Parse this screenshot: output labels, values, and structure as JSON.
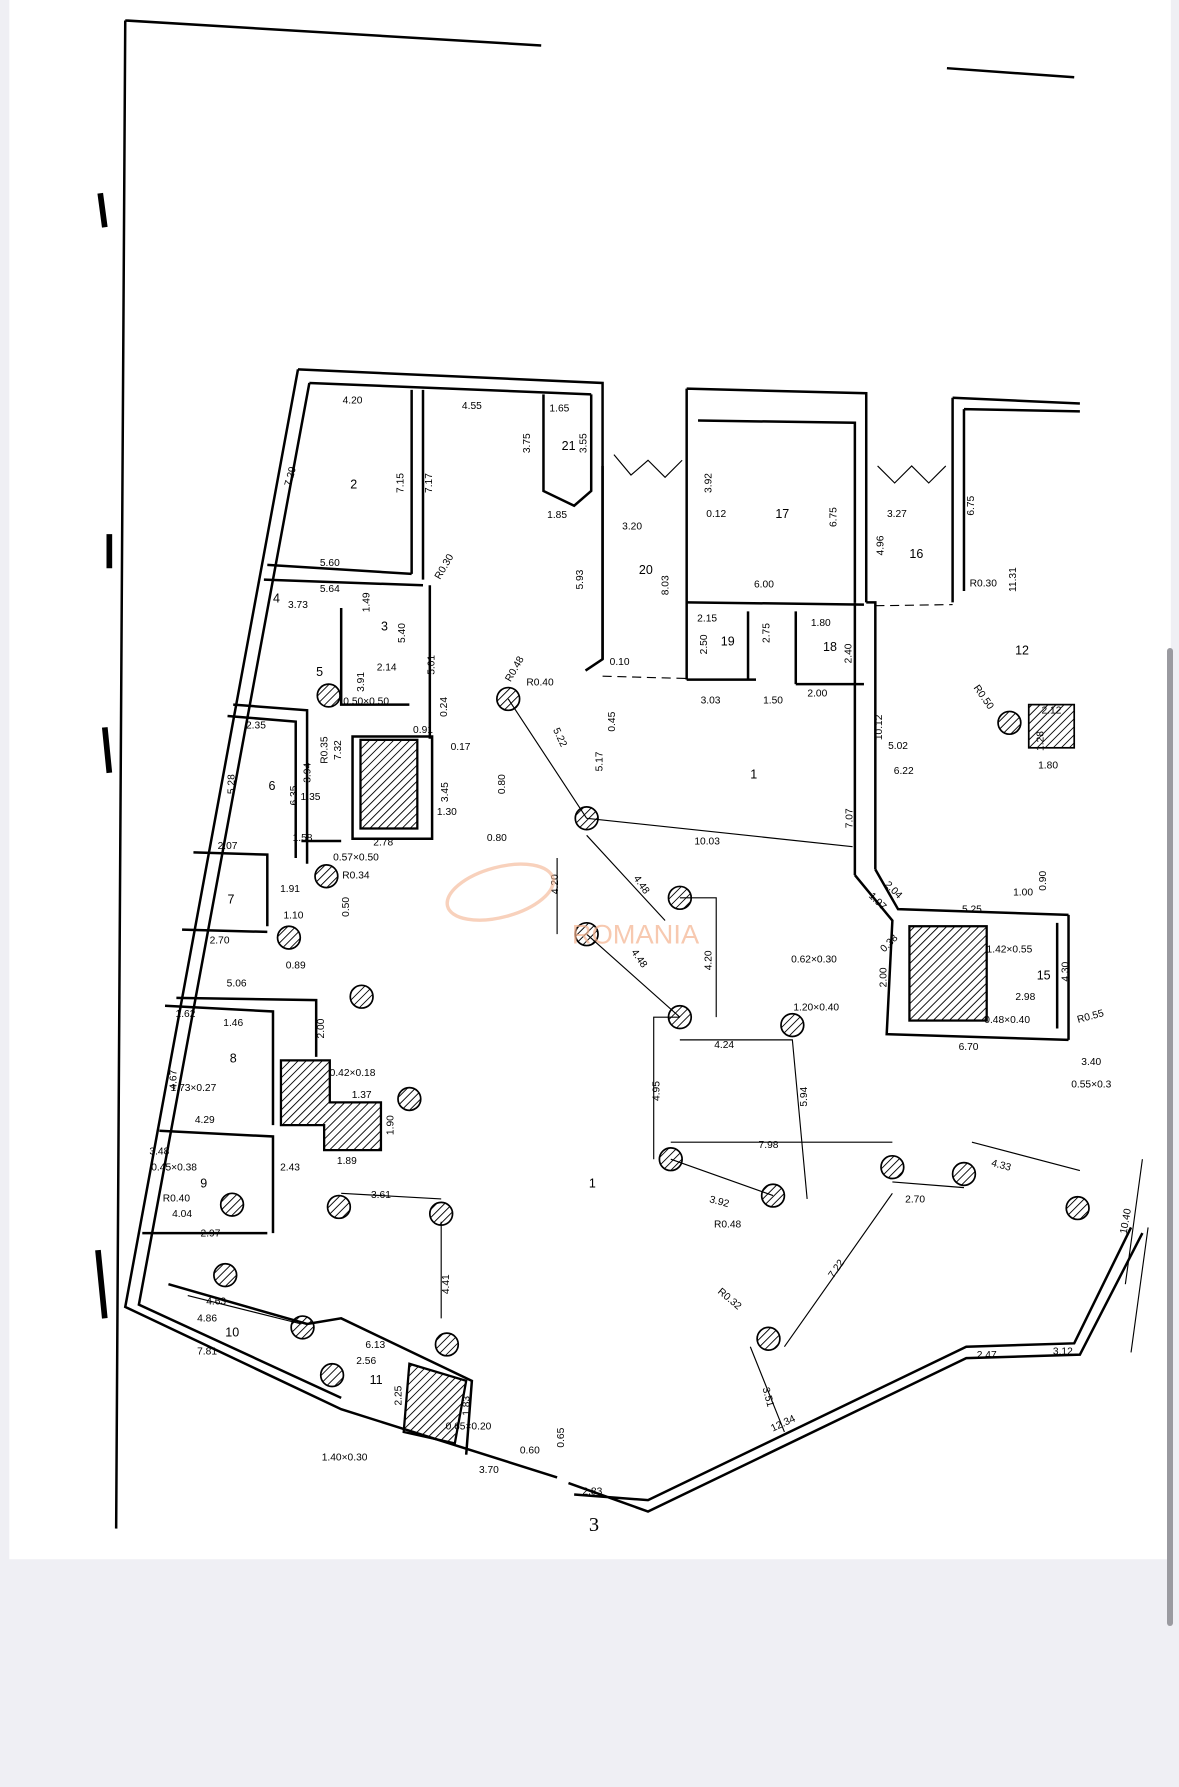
{
  "document": {
    "page_number": "3",
    "watermark": "ROMANIA"
  },
  "rooms": [
    "1",
    "1",
    "2",
    "3",
    "4",
    "5",
    "6",
    "7",
    "8",
    "9",
    "10",
    "11",
    "12",
    "15",
    "16",
    "17",
    "18",
    "19",
    "20",
    "21"
  ],
  "dimensions": [
    "4.20",
    "4.55",
    "1.65",
    "3.75",
    "3.55",
    "7.29",
    "7.15",
    "7.17",
    "1.85",
    "5.60",
    "5.64",
    "R0.30",
    "3.73",
    "1.49",
    "5.40",
    "5.01",
    "2.14",
    "3.91",
    "0.50×0.50",
    "R0.48",
    "R0.40",
    "5.93",
    "0.10",
    "0.45",
    "5.17",
    "5.22",
    "0.24",
    "0.91",
    "0.17",
    "3.45",
    "0.80",
    "0.80",
    "1.30",
    "2.78",
    "0.57×0.50",
    "R0.35",
    "7.32",
    "2.35",
    "5.28",
    "6.35",
    "1.35",
    "1.58",
    "3.94",
    "2.07",
    "R0.34",
    "1.91",
    "1.10",
    "0.50",
    "2.70",
    "0.89",
    "5.06",
    "1.62",
    "1.46",
    "2.00",
    "0.42×0.18",
    "1.37",
    "1.73×0.27",
    "4.67",
    "4.29",
    "1.90",
    "1.89",
    "3.48",
    "0.45×0.38",
    "2.43",
    "R0.40",
    "4.04",
    "2.97",
    "3.61",
    "4.41",
    "4.63",
    "4.86",
    "7.81",
    "6.13",
    "2.56",
    "2.25",
    "1.83",
    "0.65×0.20",
    "1.40×0.30",
    "3.70",
    "0.60",
    "0.65",
    "2.83",
    "12.34",
    "3.51",
    "R0.32",
    "7.22",
    "2.70",
    "4.33",
    "10.40",
    "2.47",
    "3.12",
    "7.98",
    "4.95",
    "3.92",
    "R0.48",
    "5.94",
    "4.24",
    "4.20",
    "4.48",
    "4.48",
    "4.20",
    "10.03",
    "3.20",
    "8.03",
    "3.92",
    "0.12",
    "6.75",
    "6.00",
    "2.15",
    "2.50",
    "2.75",
    "1.80",
    "2.40",
    "3.03",
    "1.50",
    "2.00",
    "3.27",
    "4.96",
    "6.75",
    "11.31",
    "R0.30",
    "10.12",
    "7.07",
    "5.02",
    "6.22",
    "R0.50",
    "2.12",
    "1.28",
    "1.80",
    "2.04",
    "1.97",
    "5.25",
    "0.38",
    "0.62×0.30",
    "2.00",
    "1.20×0.40",
    "1.42×0.55",
    "2.98",
    "0.48×0.40",
    "4.30",
    "6.70",
    "R0.55",
    "3.40",
    "0.55×0.3",
    "1.00",
    "0.90"
  ],
  "colors": {
    "wall": "#000000",
    "watermark": "#f4b38f",
    "background": "#efeff4",
    "page": "#ffffff"
  }
}
